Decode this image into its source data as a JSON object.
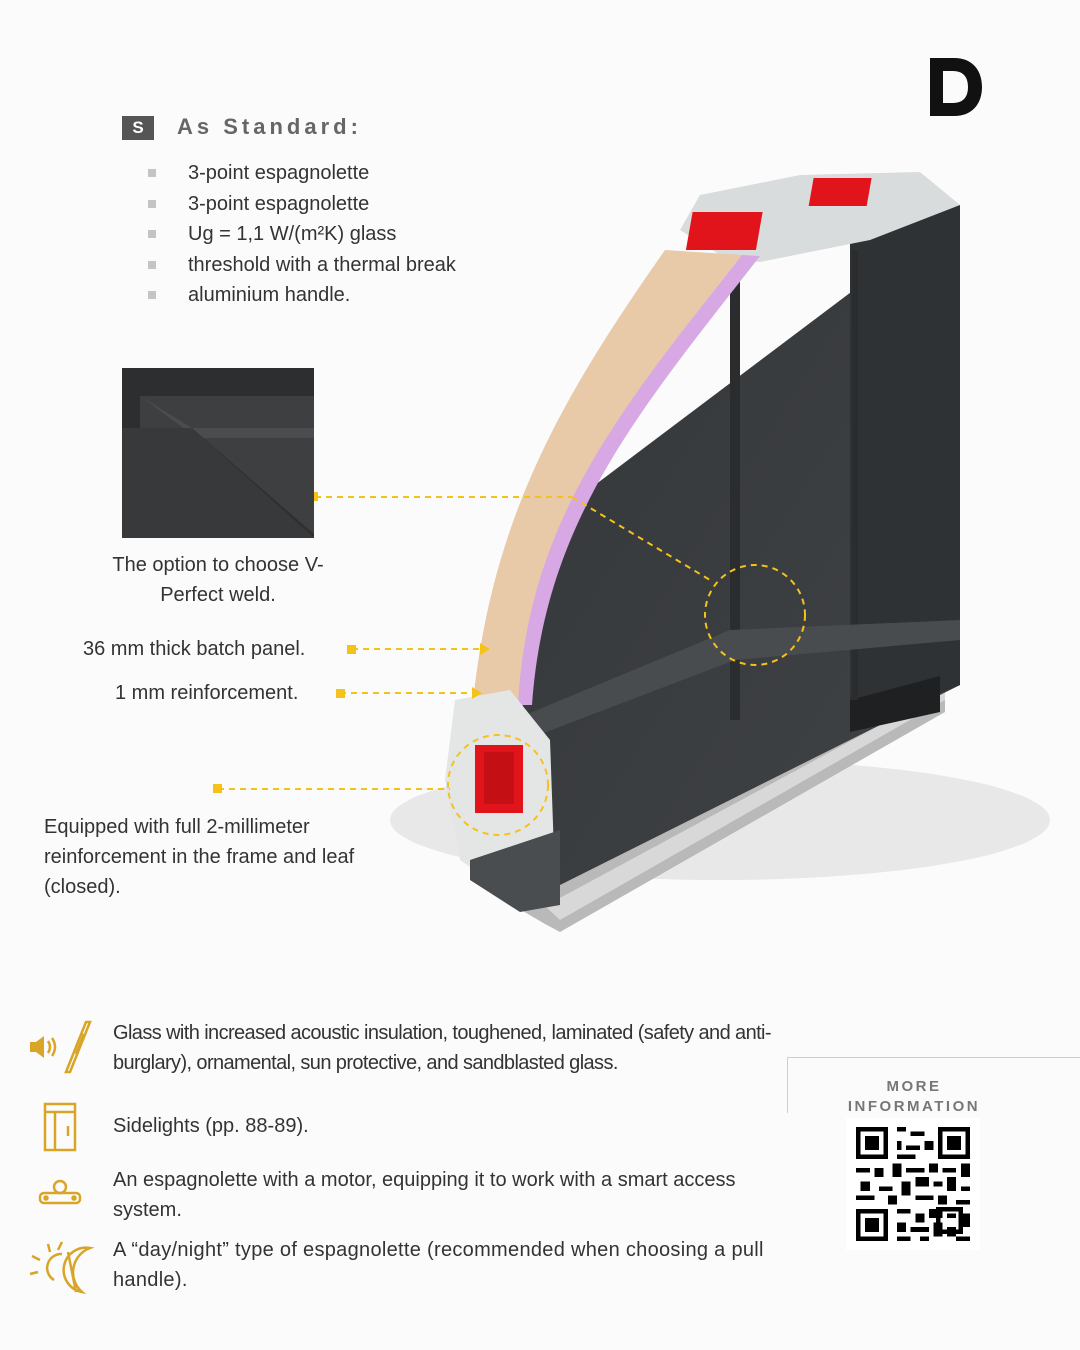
{
  "brand": {
    "logo_icon": "d-logo-icon"
  },
  "standard": {
    "badge": "S",
    "title": "As Standard:",
    "items": [
      "3-point espagnolette",
      "3-point espagnolette",
      "Ug = 1,1 W/(m²K) glass",
      "threshold with a thermal break",
      "aluminium handle."
    ]
  },
  "callouts": {
    "weld_caption": "The option to choose V-Perfect weld.",
    "panel": "36 mm thick batch panel.",
    "reinforcement": "1 mm reinforcement.",
    "frame": "Equipped with full 2-millimeter reinforcement in the frame and leaf (closed)."
  },
  "features": [
    {
      "icon": "acoustic-glass-icon",
      "text": "Glass with increased acoustic insulation, toughened, laminated (safety and anti-burglary), ornamental, sun protective, and sandblasted glass."
    },
    {
      "icon": "sidelight-icon",
      "text": "Sidelights (pp. 88-89)."
    },
    {
      "icon": "motor-lock-icon",
      "text": "An espagnolette with a motor, equipping it to work with a smart access system."
    },
    {
      "icon": "day-night-icon",
      "text": "A “day/night” type of espagnolette (recommended when choosing a pull handle)."
    }
  ],
  "more_info": {
    "title": "MORE INFORMATION"
  },
  "colors": {
    "accent": "#d8a527",
    "callout_line": "#f5c21a",
    "door": "#3b3d3f",
    "reinforcement": "#e2141b"
  }
}
